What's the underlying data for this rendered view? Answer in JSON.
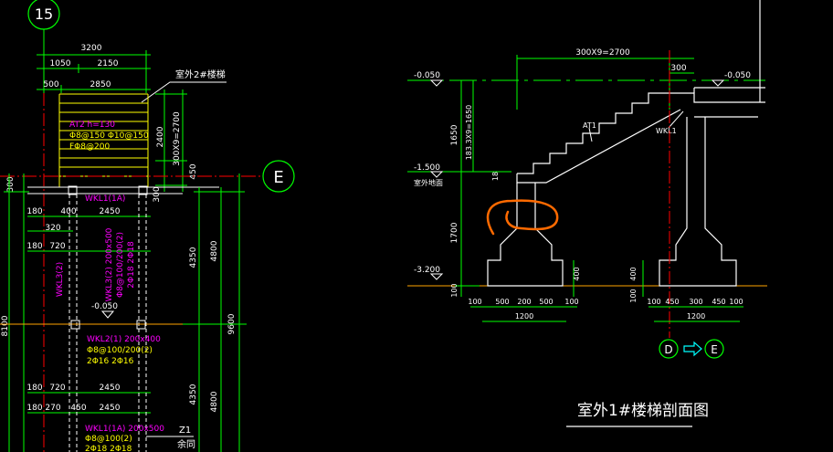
{
  "colors": {
    "background": "#000000",
    "dimension": "#00ff00",
    "line": "#ffffff",
    "beam_label": "#ff00ff",
    "slab_label": "#ffff00",
    "axis": "#ff0000",
    "floor": "#ffa500",
    "arrow": "#00ffff",
    "annotation_mark": "#ff6a00"
  },
  "plan": {
    "axis_number": "15",
    "axis_letter": "E",
    "dim_total_top": "3200",
    "dim_left_1": "1050",
    "dim_left_2": "2150",
    "dim_small_1": "500",
    "dim_small_2": "2850",
    "stair_note": "室外2#楼梯",
    "slab_label_1": "AT2 h=130",
    "slab_label_2": "Φ8@150 Φ10@150",
    "slab_label_3": "FΦ8@200",
    "dim_v_1": "2400",
    "dim_v_2": "300X9=2700",
    "dim_v_3": "450",
    "dim_v_4": "300",
    "dim_left_300": "300",
    "beam_wkl1": "WKL1(1A)",
    "dim_180_a": "180",
    "dim_400": "400",
    "dim_2450_a": "2450",
    "dim_320": "320",
    "dim_180_b": "180",
    "dim_720": "720",
    "beam_wkl3_left": "WKL3(2)",
    "beam_wkl3_1": "WKL3(2) 200x500",
    "beam_wkl3_2": "Φ8@100/200(2)",
    "beam_wkl3_3": "2Φ18 2Φ18",
    "dim_4350": "4350",
    "dim_4800_a": "4800",
    "dim_9600": "9600",
    "dim_8100": "8100",
    "elev_plan": "-0.050",
    "beam_wkl2_1": "WKL2(1) 200x400",
    "beam_wkl2_2": "Φ8@100/200(2)",
    "beam_wkl2_3": "2Φ16 2Φ16",
    "dim_180_c": "180",
    "dim_720_b": "720",
    "dim_2450_b": "2450",
    "dim_4350_b": "4350",
    "dim_4800_b": "4800",
    "dim_180_d": "180",
    "dim_270": "270",
    "dim_450_b": "450",
    "dim_2450_c": "2450",
    "beam_wkl1b_1": "WKL1(1A) 200x500",
    "beam_wkl1b_2": "Φ8@100(2)",
    "beam_wkl1b_3": "2Φ18 2Φ18",
    "col_z1": "Z1",
    "col_z1_note": "余同"
  },
  "section": {
    "dim_top": "300X9=2700",
    "dim_300": "300",
    "elev_top_left": "-0.050",
    "elev_top_right": "-0.050",
    "elev_mid": "-1.500",
    "ground_note": "室外地面",
    "elev_bottom": "-3.200",
    "dim_v_1650": "1650",
    "dim_v_steps": "183.3X9=1650",
    "dim_v_1700": "1700",
    "dim_v_100": "100",
    "dim_v_400_l": "400",
    "dim_v_400_r": "400",
    "dim_v_100_r": "100",
    "dim_18": "18",
    "label_at1": "AT1",
    "label_wkl1": "WKL1",
    "footing_left": [
      "100",
      "500",
      "200",
      "500",
      "100"
    ],
    "footing_left_total": "1200",
    "footing_right": [
      "100",
      "450",
      "300",
      "450",
      "100"
    ],
    "footing_right_total": "1200",
    "axis_d": "D",
    "axis_e": "E",
    "title": "室外1#楼梯剖面图"
  }
}
